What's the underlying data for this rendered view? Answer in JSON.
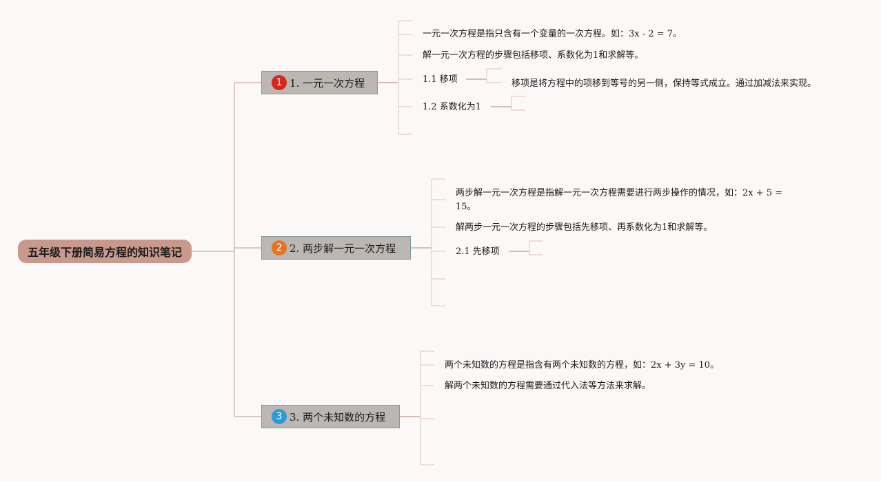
{
  "root": {
    "label": "五年级下册简易方程的知识笔记"
  },
  "branches": [
    {
      "badge": "1",
      "badge_color": "#d9261c",
      "label": "1. 一元一次方程",
      "items": [
        {
          "text": "一元一次方程是指只含有一个变量的一次方程。如：3x - 2 = 7。"
        },
        {
          "text": "解一元一次方程的步骤包括移项、系数化为1和求解等。"
        },
        {
          "text": "1.1 移项",
          "detail": "移项是将方程中的项移到等号的另一侧，保持等式成立。通过加减法来实现。"
        },
        {
          "text": "1.2 系数化为1"
        }
      ]
    },
    {
      "badge": "2",
      "badge_color": "#e8731e",
      "label": "2. 两步解一元一次方程",
      "items": [
        {
          "text": "两步解一元一次方程是指解一元一次方程需要进行两步操作的情况，如：2x + 5 = 15。"
        },
        {
          "text": "解两步一元一次方程的步骤包括先移项、再系数化为1和求解等。"
        },
        {
          "text": "2.1 先移项"
        }
      ]
    },
    {
      "badge": "3",
      "badge_color": "#2a9bd8",
      "label": "3. 两个未知数的方程",
      "items": [
        {
          "text": "两个未知数的方程是指含有两个未知数的方程，如：2x + 3y = 10。"
        },
        {
          "text": "解两个未知数的方程需要通过代入法等方法来求解。"
        }
      ]
    }
  ],
  "colors": {
    "root_fill": "#c99a8c",
    "branch_fill": "#bdb7b3",
    "branch_border": "#7d9c99",
    "connector_main": "#c9aba2",
    "connector_branch": "#b89a90",
    "connector_leaf": "#e2cfc9"
  }
}
